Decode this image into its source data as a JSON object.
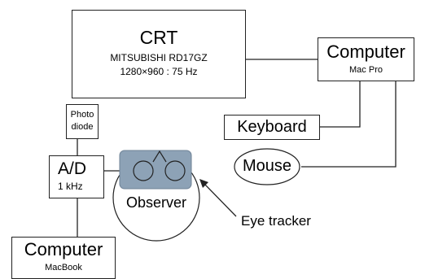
{
  "crt": {
    "title": "CRT",
    "model": "MITSUBISHI RD17GZ",
    "mode": "1280×960 : 75 Hz"
  },
  "computer_mac_pro": {
    "title": "Computer",
    "model": "Mac Pro"
  },
  "keyboard": {
    "label": "Keyboard"
  },
  "mouse": {
    "label": "Mouse"
  },
  "photodiode": {
    "line1": "Photo",
    "line2": "diode"
  },
  "ad": {
    "title": "A/D",
    "rate": "1 kHz"
  },
  "observer": {
    "label": "Observer"
  },
  "eye_tracker": {
    "label": "Eye tracker"
  },
  "computer_macbook": {
    "title": "Computer",
    "model": "MacBook"
  },
  "colors": {
    "line": "#222222",
    "tracker_fill": "#8da2b6",
    "tracker_stroke": "#6e8296"
  }
}
